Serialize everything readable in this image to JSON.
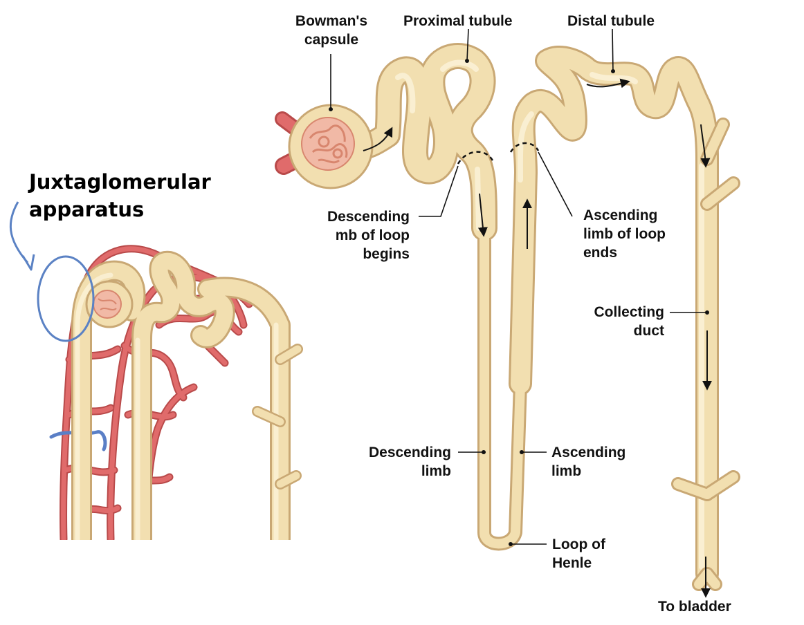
{
  "labels": {
    "bowmans_capsule": "Bowman's\ncapsule",
    "proximal_tubule": "Proximal tubule",
    "distal_tubule": "Distal tubule",
    "descending_begins": "Descending\nmb of loop\nbegins",
    "ascending_ends": "Ascending\nlimb of loop\nends",
    "collecting_duct": "Collecting\nduct",
    "descending_limb": "Descending\nlimb",
    "ascending_limb": "Ascending\nlimb",
    "loop_of_henle": "Loop of\nHenle",
    "to_bladder": "To bladder"
  },
  "annotation": {
    "title": "Juxtaglomerular\napparatus",
    "marker_color": "#5b82c4"
  },
  "colors": {
    "tubule": "#f2dfb0",
    "tubule_outline": "#c9a874",
    "tubule_highlight": "#fbf2d8",
    "vessel": "#e06b6b",
    "vessel_outline": "#b94a4a",
    "glomerulus": "#f1b9a6",
    "vein": "#5a7fc6"
  }
}
